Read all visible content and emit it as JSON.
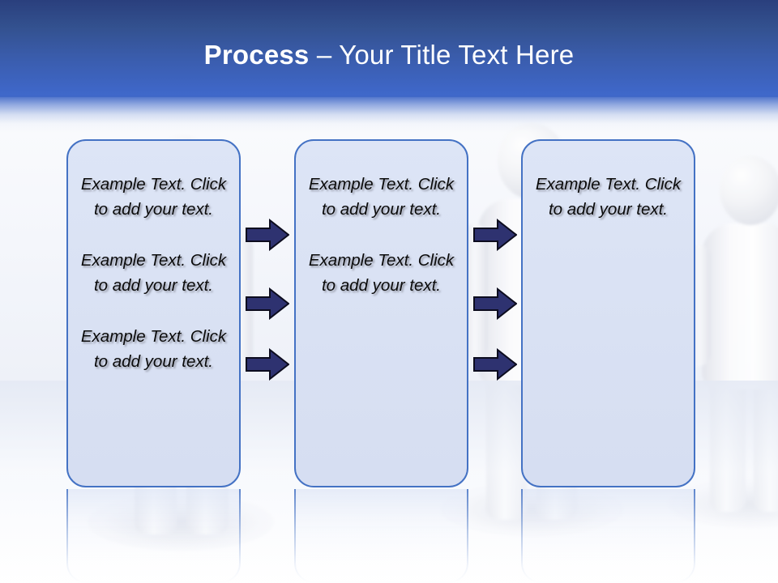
{
  "slide": {
    "title_strong": "Process",
    "title_rest": " – Your Title Text Here",
    "accent_color": "#4472c4",
    "header_top_color": "#2a3f7d",
    "header_bottom_color": "#4069cc",
    "box_fill_color": "#dde5f6",
    "arrow_color": "#2e3270",
    "text_color": "#0a0a0a"
  },
  "boxes": [
    {
      "name": "process-box-1",
      "texts": [
        "Example Text. Click  to add your text.",
        "Example Text. Click  to add your text.",
        "Example Text. Click  to add your text."
      ]
    },
    {
      "name": "process-box-2",
      "texts": [
        "Example Text. Click  to add your text.",
        "Example Text. Click  to add your text."
      ]
    },
    {
      "name": "process-box-3",
      "texts": [
        "Example Text. Click  to add your text."
      ]
    }
  ],
  "arrows": {
    "icon": "right-arrow-icon",
    "group_1_count": 3,
    "group_2_count": 3
  }
}
